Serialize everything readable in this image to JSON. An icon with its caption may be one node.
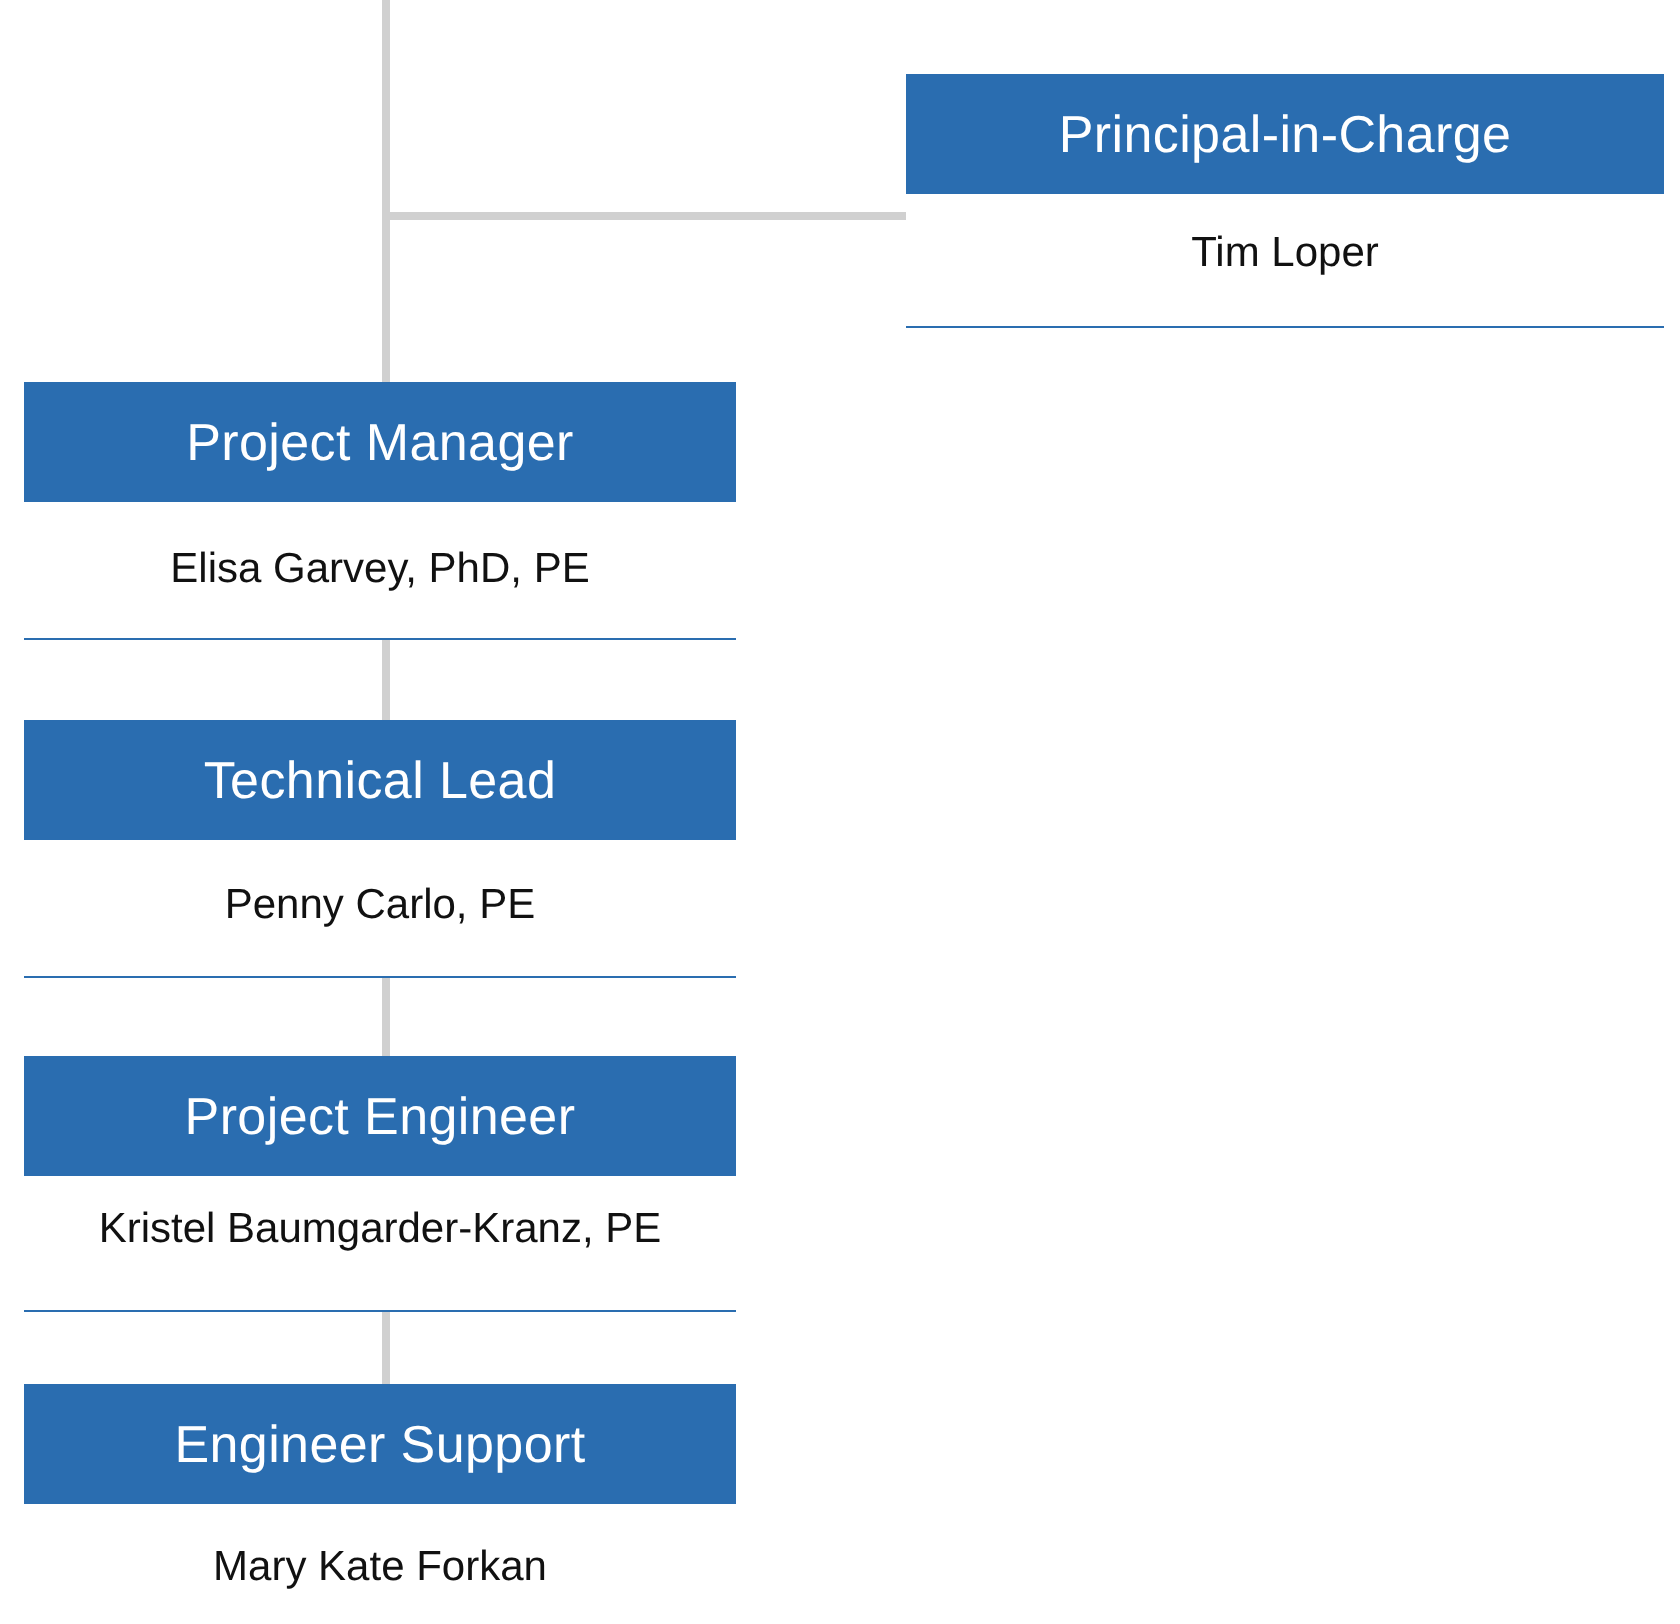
{
  "diagram": {
    "nodes": [
      {
        "text": [
          "Principal-in-Charge",
          "Tim Loper"
        ]
      },
      {
        "text": [
          "Project Manager",
          "Elisa Garvey, PhD, PE"
        ]
      },
      {
        "text": [
          "Technical Lead",
          "Penny Carlo, PE"
        ]
      },
      {
        "text": [
          "Project Engineer",
          "Kristel Baumgarder-Kranz, PE"
        ]
      },
      {
        "text": [
          "Engineer Support",
          "Mary Kate Forkan"
        ]
      }
    ],
    "edges": [
      {
        "from": 0,
        "to": 1,
        "arrow": "none"
      },
      {
        "from": null,
        "to": 1,
        "arrow": "none"
      },
      {
        "from": 1,
        "to": 2,
        "arrow": "none"
      },
      {
        "from": 2,
        "to": 3,
        "arrow": "none"
      },
      {
        "from": 3,
        "to": 4,
        "arrow": "none"
      }
    ]
  }
}
